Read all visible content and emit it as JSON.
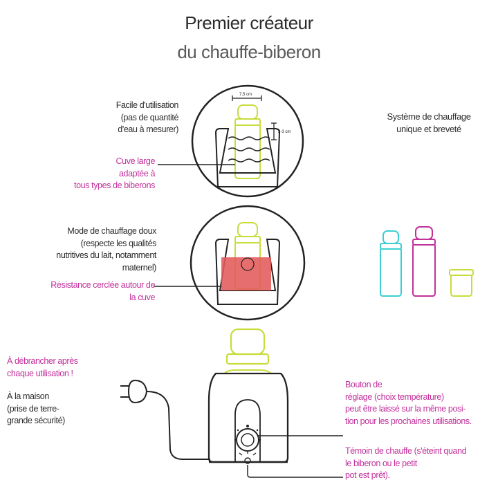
{
  "title": {
    "line1": "Premier créateur",
    "line2": "du chauffe-biberon"
  },
  "top_section": {
    "ease_lines": [
      "Facile d'utilisation",
      "(pas de quantité",
      "d'eau à mesurer)"
    ],
    "tank_lines": [
      "Cuve large",
      "adaptée à",
      "tous types de biberons"
    ],
    "width_label": "7,5 cm",
    "depth_label": "2-3 cm"
  },
  "system": {
    "lines": [
      "Système de chauffage",
      "unique et breveté"
    ]
  },
  "middle_section": {
    "mode_lines": [
      "Mode de chauffage doux",
      "(respecte les qualités",
      "nutritives du lait, notamment",
      "maternel)"
    ],
    "resistance_lines": [
      "Résistance cerclée autour de",
      "la cuve"
    ]
  },
  "bottom_section": {
    "unplug_lines": [
      "À débrancher après",
      "chaque utilisation !"
    ],
    "home_lines": [
      "À la maison",
      "(prise de terre-",
      "grande sécurité)"
    ],
    "knob_lines": [
      "Bouton de",
      "réglage (choix température)",
      "peut être laissé sur la même posi-",
      "tion pour les prochaines utilisations."
    ],
    "light_lines": [
      "Témoin de chauffe (s'éteint quand",
      "le biberon ou le petit",
      "pot est prêt)."
    ]
  },
  "colors": {
    "text": "#2b2b2b",
    "pink": "#c2309b",
    "lime": "#c8dc3c",
    "cyan": "#3ccfd2",
    "magenta": "#c2309b",
    "heater": "#e25a5a",
    "line": "#222222"
  }
}
